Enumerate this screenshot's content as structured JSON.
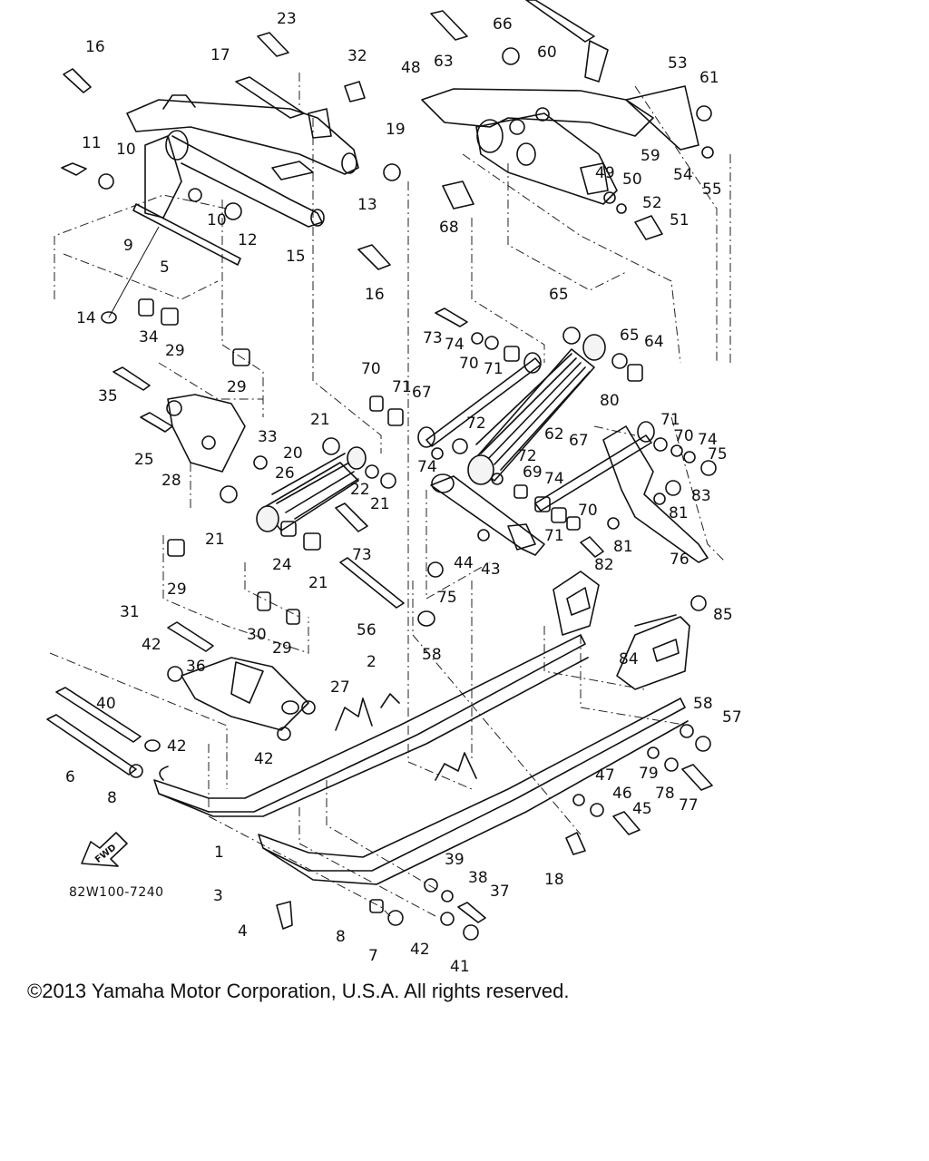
{
  "copyright": "©2013 Yamaha Motor Corporation, U.S.A. All rights reserved.",
  "drawing_code": "82W100-7240",
  "fwd_label": "FWD",
  "part_labels": [
    {
      "id": "1",
      "text": "1"
    },
    {
      "id": "2",
      "text": "2"
    },
    {
      "id": "3",
      "text": "3"
    },
    {
      "id": "4",
      "text": "4"
    },
    {
      "id": "5",
      "text": "5"
    },
    {
      "id": "6",
      "text": "6"
    },
    {
      "id": "7",
      "text": "7"
    },
    {
      "id": "8a",
      "text": "8"
    },
    {
      "id": "8b",
      "text": "8"
    },
    {
      "id": "9",
      "text": "9"
    },
    {
      "id": "10a",
      "text": "10"
    },
    {
      "id": "10b",
      "text": "10"
    },
    {
      "id": "11",
      "text": "11"
    },
    {
      "id": "12",
      "text": "12"
    },
    {
      "id": "13",
      "text": "13"
    },
    {
      "id": "14",
      "text": "14"
    },
    {
      "id": "15",
      "text": "15"
    },
    {
      "id": "16a",
      "text": "16"
    },
    {
      "id": "16b",
      "text": "16"
    },
    {
      "id": "17",
      "text": "17"
    },
    {
      "id": "18",
      "text": "18"
    },
    {
      "id": "19",
      "text": "19"
    },
    {
      "id": "20",
      "text": "20"
    },
    {
      "id": "21a",
      "text": "21"
    },
    {
      "id": "21b",
      "text": "21"
    },
    {
      "id": "21c",
      "text": "21"
    },
    {
      "id": "21d",
      "text": "21"
    },
    {
      "id": "22",
      "text": "22"
    },
    {
      "id": "23",
      "text": "23"
    },
    {
      "id": "24",
      "text": "24"
    },
    {
      "id": "25",
      "text": "25"
    },
    {
      "id": "26",
      "text": "26"
    },
    {
      "id": "27",
      "text": "27"
    },
    {
      "id": "28",
      "text": "28"
    },
    {
      "id": "29a",
      "text": "29"
    },
    {
      "id": "29b",
      "text": "29"
    },
    {
      "id": "29c",
      "text": "29"
    },
    {
      "id": "29d",
      "text": "29"
    },
    {
      "id": "30",
      "text": "30"
    },
    {
      "id": "31",
      "text": "31"
    },
    {
      "id": "32",
      "text": "32"
    },
    {
      "id": "33",
      "text": "33"
    },
    {
      "id": "34",
      "text": "34"
    },
    {
      "id": "35",
      "text": "35"
    },
    {
      "id": "36",
      "text": "36"
    },
    {
      "id": "37",
      "text": "37"
    },
    {
      "id": "38",
      "text": "38"
    },
    {
      "id": "39",
      "text": "39"
    },
    {
      "id": "40",
      "text": "40"
    },
    {
      "id": "41",
      "text": "41"
    },
    {
      "id": "42a",
      "text": "42"
    },
    {
      "id": "42b",
      "text": "42"
    },
    {
      "id": "42c",
      "text": "42"
    },
    {
      "id": "42d",
      "text": "42"
    },
    {
      "id": "43",
      "text": "43"
    },
    {
      "id": "44",
      "text": "44"
    },
    {
      "id": "45",
      "text": "45"
    },
    {
      "id": "46",
      "text": "46"
    },
    {
      "id": "47",
      "text": "47"
    },
    {
      "id": "48",
      "text": "48"
    },
    {
      "id": "49",
      "text": "49"
    },
    {
      "id": "50",
      "text": "50"
    },
    {
      "id": "51",
      "text": "51"
    },
    {
      "id": "52",
      "text": "52"
    },
    {
      "id": "53",
      "text": "53"
    },
    {
      "id": "54",
      "text": "54"
    },
    {
      "id": "55",
      "text": "55"
    },
    {
      "id": "56",
      "text": "56"
    },
    {
      "id": "57",
      "text": "57"
    },
    {
      "id": "58a",
      "text": "58"
    },
    {
      "id": "58b",
      "text": "58"
    },
    {
      "id": "59",
      "text": "59"
    },
    {
      "id": "60",
      "text": "60"
    },
    {
      "id": "61",
      "text": "61"
    },
    {
      "id": "62",
      "text": "62"
    },
    {
      "id": "63",
      "text": "63"
    },
    {
      "id": "64",
      "text": "64"
    },
    {
      "id": "65a",
      "text": "65"
    },
    {
      "id": "65b",
      "text": "65"
    },
    {
      "id": "66",
      "text": "66"
    },
    {
      "id": "67a",
      "text": "67"
    },
    {
      "id": "67b",
      "text": "67"
    },
    {
      "id": "68",
      "text": "68"
    },
    {
      "id": "69",
      "text": "69"
    },
    {
      "id": "70a",
      "text": "70"
    },
    {
      "id": "70b",
      "text": "70"
    },
    {
      "id": "70c",
      "text": "70"
    },
    {
      "id": "70d",
      "text": "70"
    },
    {
      "id": "71a",
      "text": "71"
    },
    {
      "id": "71b",
      "text": "71"
    },
    {
      "id": "71c",
      "text": "71"
    },
    {
      "id": "71d",
      "text": "71"
    },
    {
      "id": "72a",
      "text": "72"
    },
    {
      "id": "72b",
      "text": "72"
    },
    {
      "id": "73a",
      "text": "73"
    },
    {
      "id": "73b",
      "text": "73"
    },
    {
      "id": "74a",
      "text": "74"
    },
    {
      "id": "74b",
      "text": "74"
    },
    {
      "id": "74c",
      "text": "74"
    },
    {
      "id": "74d",
      "text": "74"
    },
    {
      "id": "75a",
      "text": "75"
    },
    {
      "id": "75b",
      "text": "75"
    },
    {
      "id": "76",
      "text": "76"
    },
    {
      "id": "77",
      "text": "77"
    },
    {
      "id": "78",
      "text": "78"
    },
    {
      "id": "79",
      "text": "79"
    },
    {
      "id": "80",
      "text": "80"
    },
    {
      "id": "81a",
      "text": "81"
    },
    {
      "id": "81b",
      "text": "81"
    },
    {
      "id": "82",
      "text": "82"
    },
    {
      "id": "83",
      "text": "83"
    },
    {
      "id": "84",
      "text": "84"
    },
    {
      "id": "85",
      "text": "85"
    }
  ]
}
